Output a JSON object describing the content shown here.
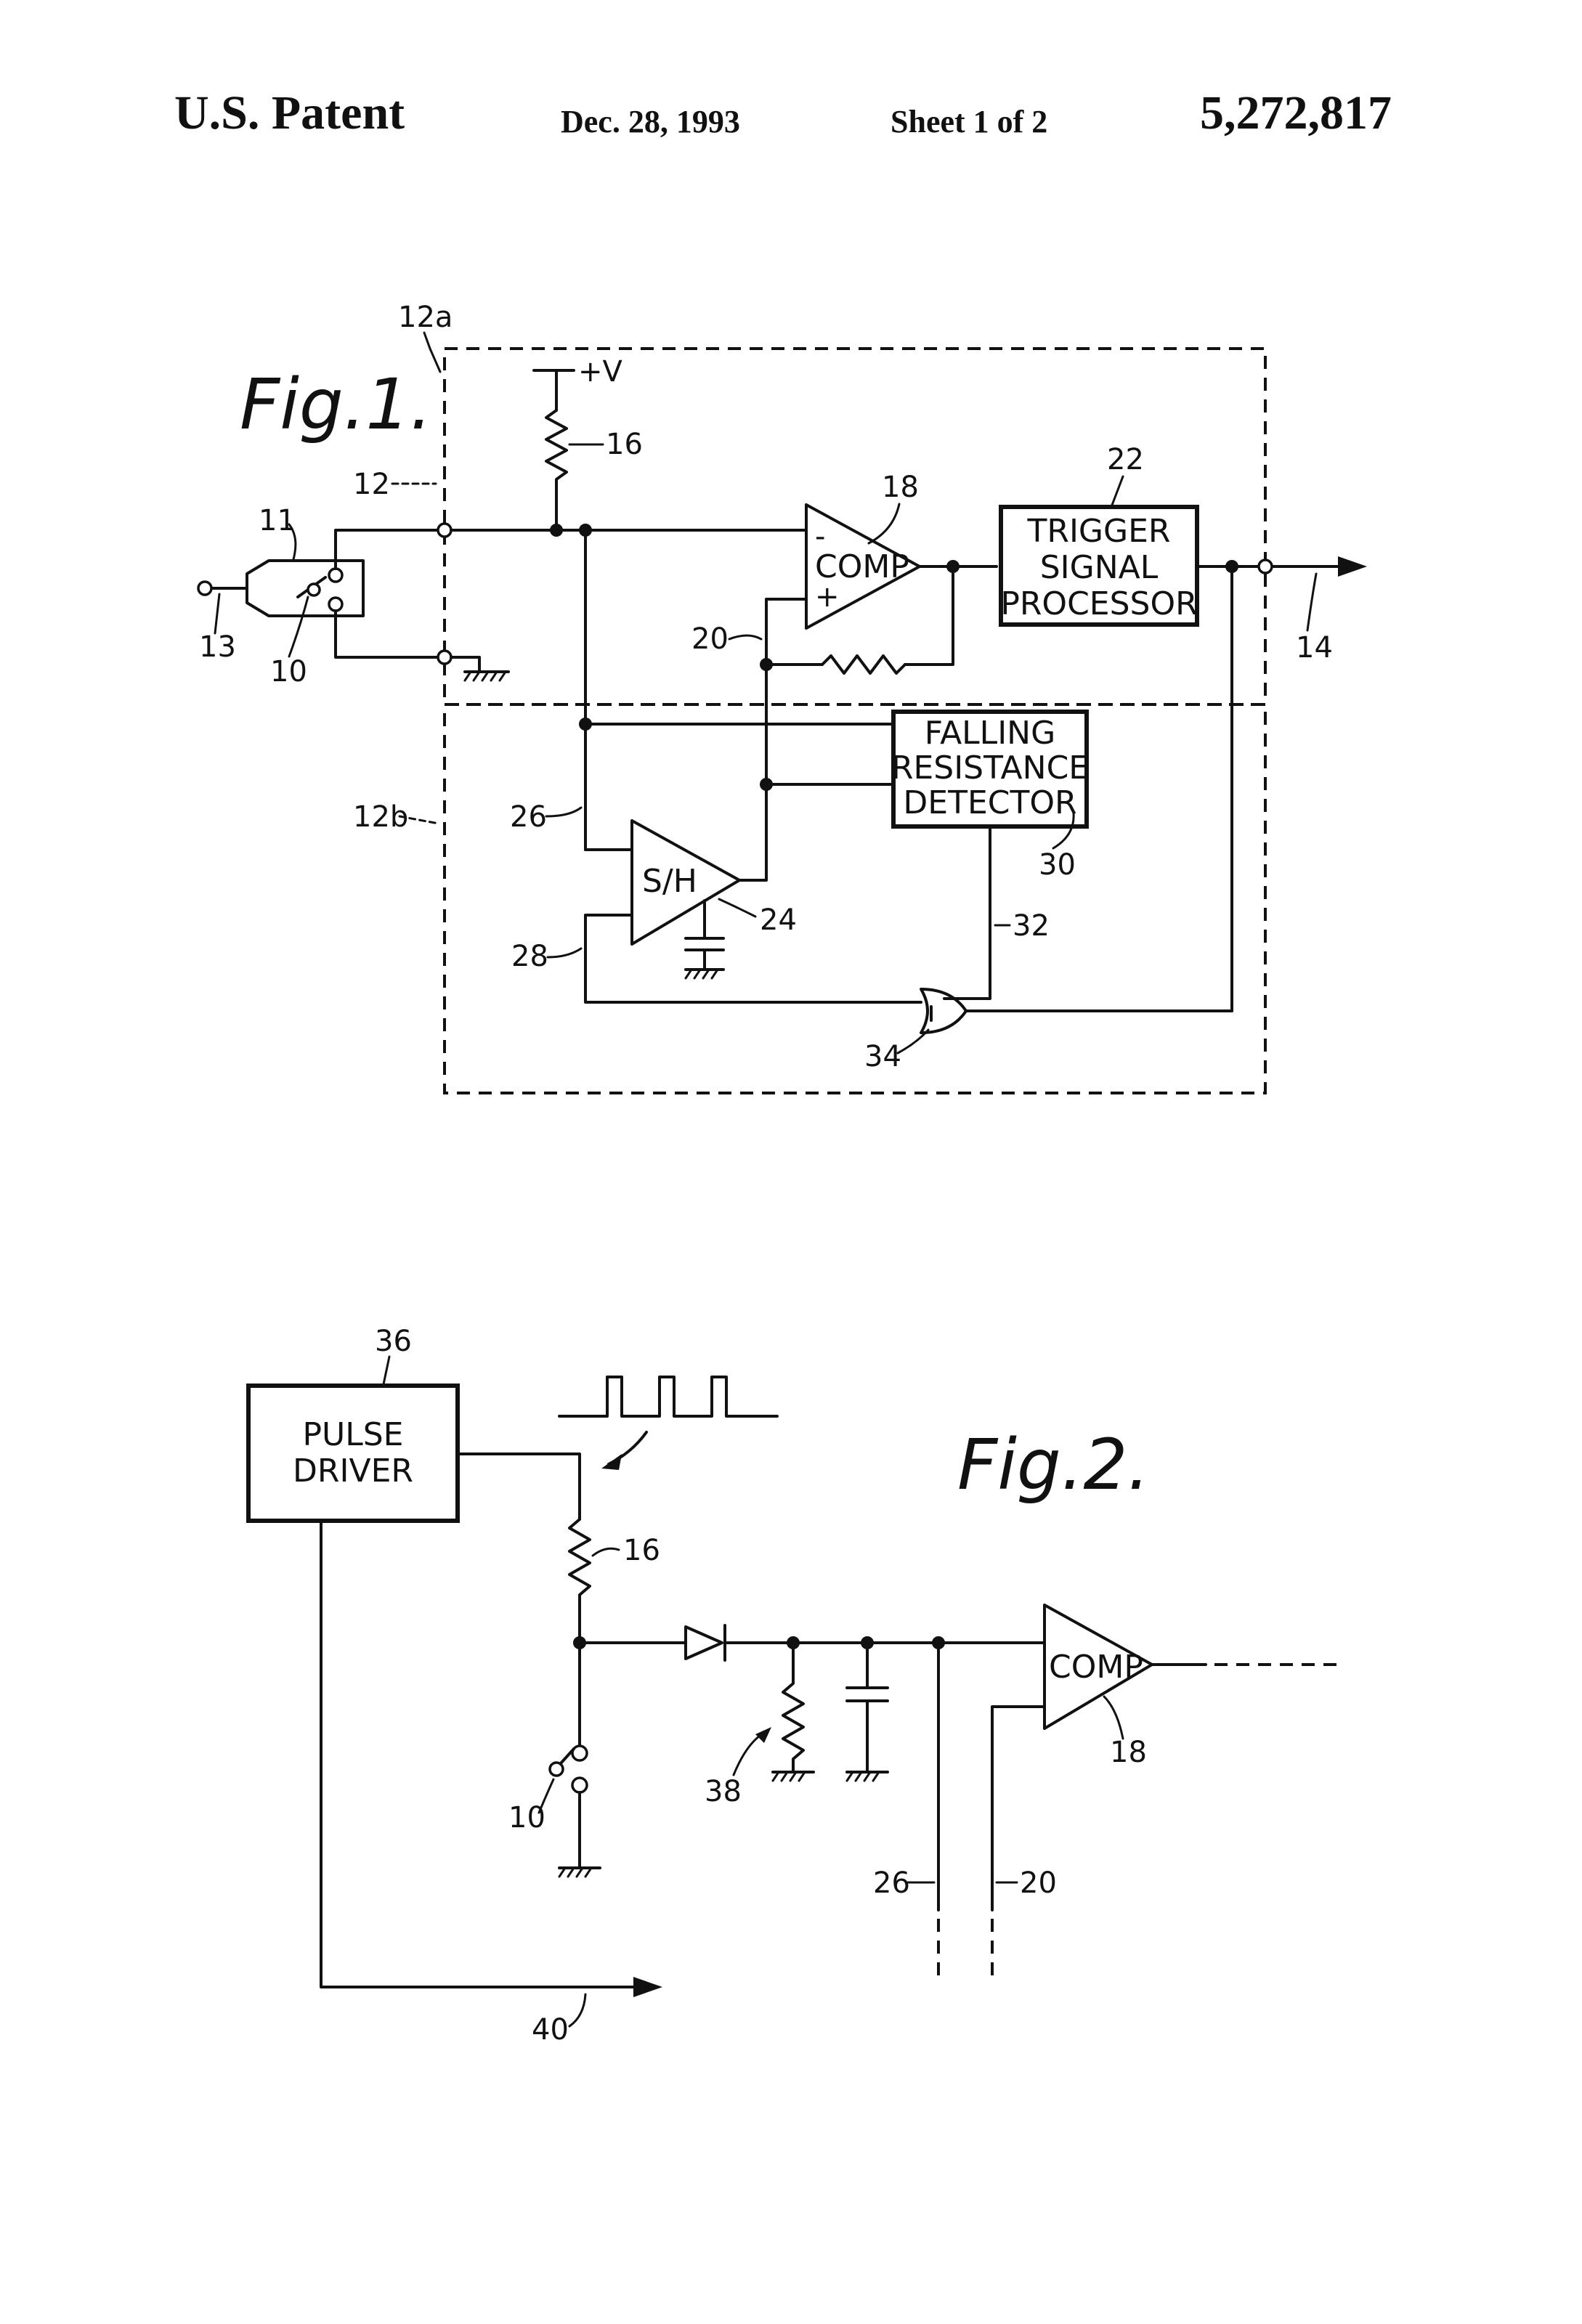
{
  "header": {
    "left": "U.S. Patent",
    "date": "Dec. 28, 1993",
    "sheet": "Sheet 1 of 2",
    "number": "5,272,817"
  },
  "fig1": {
    "title": "Fig.1.",
    "supply": "+V",
    "comp": "COMP",
    "comp_minus": "-",
    "comp_plus": "+",
    "sh": "S/H",
    "trigger": [
      "TRIGGER",
      "SIGNAL",
      "PROCESSOR"
    ],
    "detector": [
      "FALLING",
      "RESISTANCE",
      "DETECTOR"
    ],
    "refs": {
      "r10": "10",
      "r11": "11",
      "r12": "12",
      "r12a": "12a",
      "r12b": "12b",
      "r13": "13",
      "r14": "14",
      "r16": "16",
      "r18": "18",
      "r20": "20",
      "r22": "22",
      "r24": "24",
      "r26": "26",
      "r28": "28",
      "r30": "30",
      "r32": "32",
      "r34": "34"
    }
  },
  "fig2": {
    "title": "Fig.2.",
    "driver": [
      "PULSE",
      "DRIVER"
    ],
    "comp": "COMP",
    "refs": {
      "r10": "10",
      "r16": "16",
      "r18": "18",
      "r20": "20",
      "r26": "26",
      "r36": "36",
      "r38": "38",
      "r40": "40"
    }
  }
}
